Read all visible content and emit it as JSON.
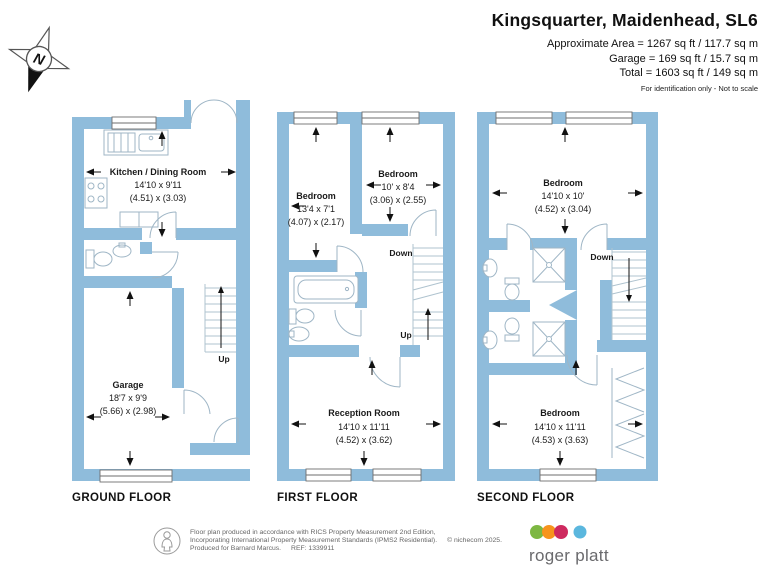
{
  "header": {
    "title": "Kingsquarter, Maidenhead, SL6",
    "area": "Approximate Area = 1267 sq ft / 117.7 sq m",
    "garage": "Garage = 169 sq ft / 15.7 sq m",
    "total": "Total = 1603 sq ft / 149 sq m",
    "note": "For identification only - Not to scale"
  },
  "compass": {
    "north": "N"
  },
  "floors": [
    {
      "name": "GROUND FLOOR",
      "rooms": [
        {
          "label": "Kitchen / Dining Room",
          "dims_ft": "14'10 x 9'11",
          "dims_m": "(4.51) x (3.03)"
        },
        {
          "label": "Garage",
          "dims_ft": "18'7 x 9'9",
          "dims_m": "(5.66) x (2.98)"
        }
      ],
      "up": "Up"
    },
    {
      "name": "FIRST FLOOR",
      "rooms": [
        {
          "label": "Bedroom",
          "dims_ft": "13'4 x 7'1",
          "dims_m": "(4.07) x (2.17)"
        },
        {
          "label": "Bedroom",
          "dims_ft": "10' x 8'4",
          "dims_m": "(3.06) x (2.55)"
        },
        {
          "label": "Reception Room",
          "dims_ft": "14'10 x 11'11",
          "dims_m": "(4.52) x (3.62)"
        }
      ],
      "down": "Down",
      "up": "Up"
    },
    {
      "name": "SECOND FLOOR",
      "rooms": [
        {
          "label": "Bedroom",
          "dims_ft": "14'10 x 10'",
          "dims_m": "(4.52) x (3.04)"
        },
        {
          "label": "Bedroom",
          "dims_ft": "14'10 x 11'11",
          "dims_m": "(4.53) x (3.63)"
        }
      ],
      "down": "Down"
    }
  ],
  "footer": {
    "line1": "Floor plan produced in accordance with RICS Property Measurement 2nd Edition,",
    "line2": "Incorporating International Property Measurement Standards (IPMS2 Residential).",
    "copyright": "© nichecom 2025.",
    "line3": "Produced for Barnard Marcus.",
    "ref": "REF: 1339911",
    "brand": "roger platt"
  },
  "colors": {
    "wall": "#8FBCDB",
    "logo_green": "#7DB742",
    "logo_orange": "#F7941D",
    "logo_pink": "#CE2A5F",
    "logo_blue": "#5BB7DE"
  }
}
